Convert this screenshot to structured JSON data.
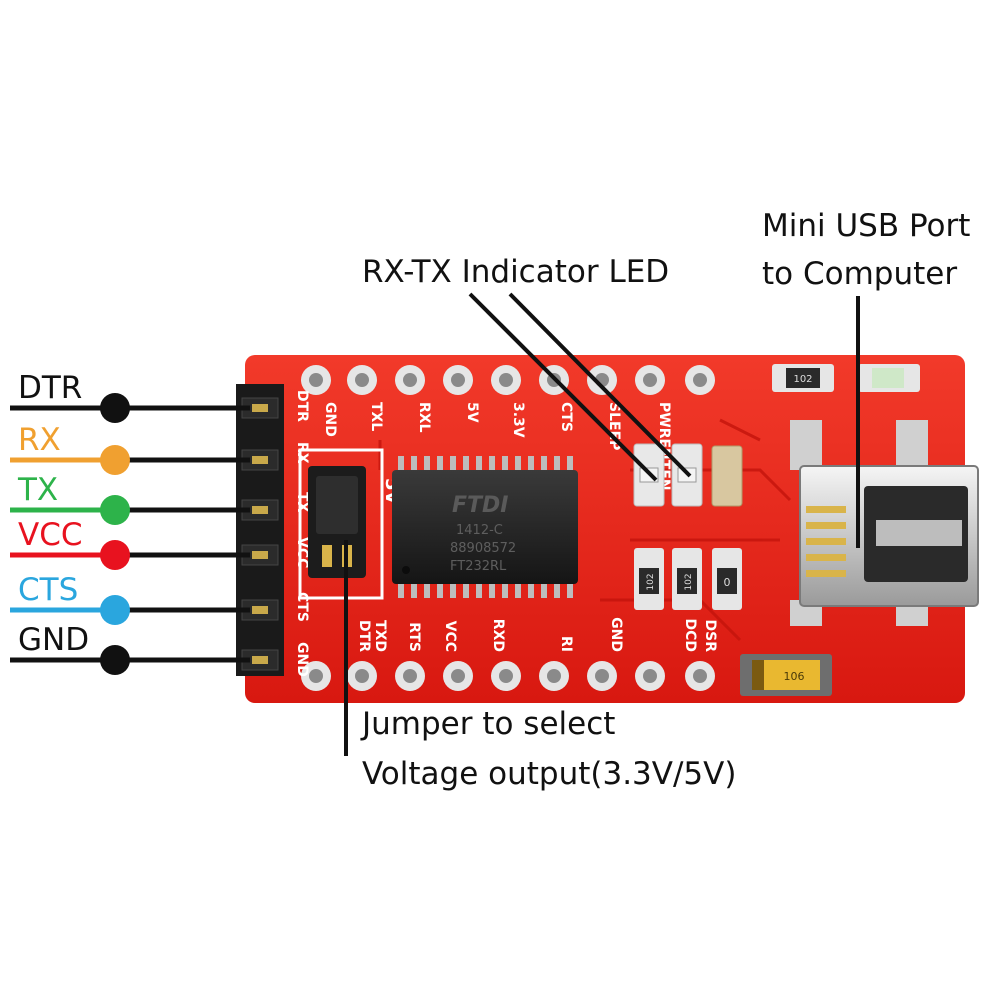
{
  "pins": [
    {
      "label": "DTR",
      "color": "#111111"
    },
    {
      "label": "RX",
      "color": "#f0a030"
    },
    {
      "label": "TX",
      "color": "#2db34a"
    },
    {
      "label": "VCC",
      "color": "#e8121f"
    },
    {
      "label": "CTS",
      "color": "#2aa6de"
    },
    {
      "label": "GND",
      "color": "#111111"
    }
  ],
  "callouts": {
    "led": "RX-TX Indicator LED",
    "usb_line1": "Mini USB Port",
    "usb_line2": "to Computer",
    "jumper_line1": "Jumper to select",
    "jumper_line2": "Voltage output(3.3V/5V)"
  },
  "board": {
    "color": "#e8231e",
    "top_pins": [
      "GND",
      "TXL",
      "RXL",
      "5V",
      "3.3V",
      "CTS",
      "SLEEP",
      "PWRENTEN"
    ],
    "bottom_pins": [
      "DTR",
      "TXD",
      "RTS",
      "VCC",
      "RXD",
      "RI",
      "GND",
      "DCD",
      "DSR"
    ],
    "left_header": [
      "DTR",
      "RX",
      "TX",
      "VCC",
      "CTS",
      "GND"
    ],
    "jumper_label": "5V",
    "chip_brand": "FTDI",
    "chip_lines": [
      "1412-C",
      "88908572",
      "FT232RL"
    ],
    "resistor_codes": [
      "102",
      "102",
      "0"
    ],
    "top_right_resistor": "102",
    "capacitor_code": "106"
  }
}
